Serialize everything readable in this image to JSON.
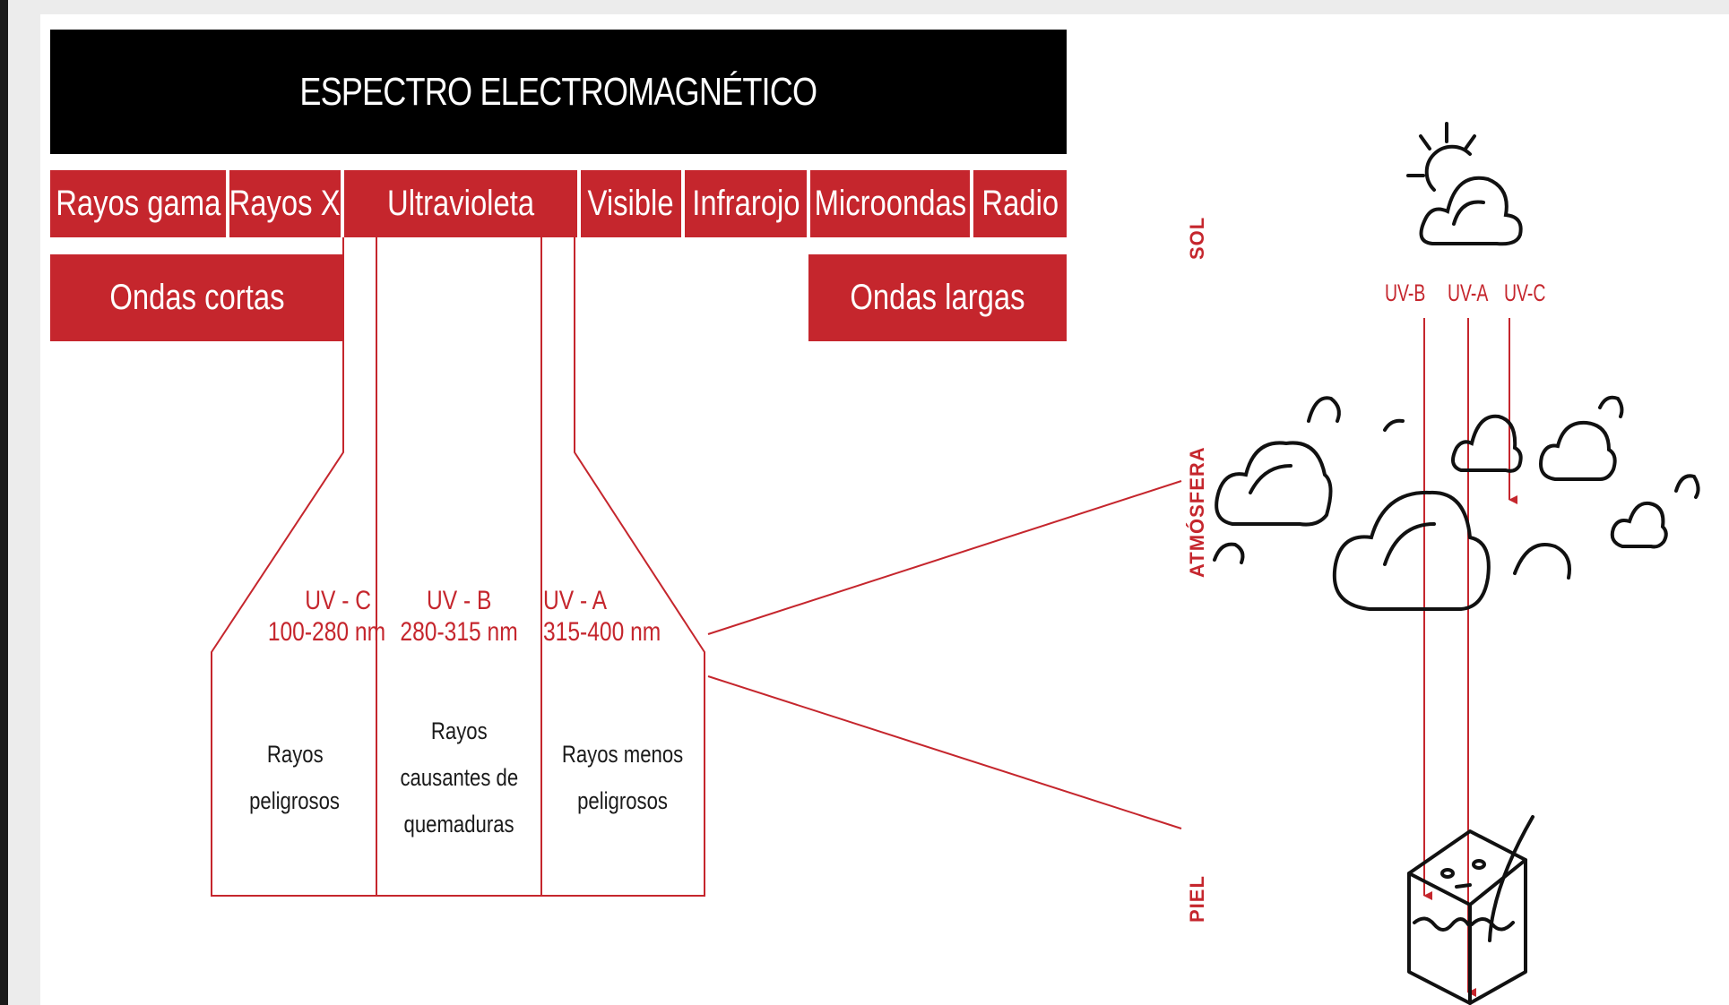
{
  "title": "ESPECTRO ELECTROMAGNÉTICO",
  "spectrum": [
    "Rayos gama",
    "Rayos X",
    "Ultravioleta",
    "Visible",
    "Infrarojo",
    "Microondas",
    "Radio"
  ],
  "waves": {
    "short": "Ondas cortas",
    "long": "Ondas largas"
  },
  "uv_bands": [
    {
      "name": "UV - C",
      "range": "100-280 nm",
      "desc": [
        "Rayos",
        "peligrosos"
      ]
    },
    {
      "name": "UV - B",
      "range": "280-315 nm",
      "desc": [
        "Rayos",
        "causantes de",
        "quemaduras"
      ]
    },
    {
      "name": "UV - A",
      "range": "315-400 nm",
      "desc": [
        "Rayos menos",
        "peligrosos"
      ]
    }
  ],
  "side_labels": {
    "sun": "SOL",
    "atmosphere": "ATMÓSFERA",
    "skin": "PIEL"
  },
  "rays": [
    "UV-B",
    "UV-A",
    "UV-C"
  ],
  "colors": {
    "accent": "#c5262d",
    "dark": "#000000",
    "text": "#1a1a1a"
  },
  "icons": [
    "sun-cloud-icon",
    "cloud-icon",
    "skin-cross-section-icon"
  ]
}
